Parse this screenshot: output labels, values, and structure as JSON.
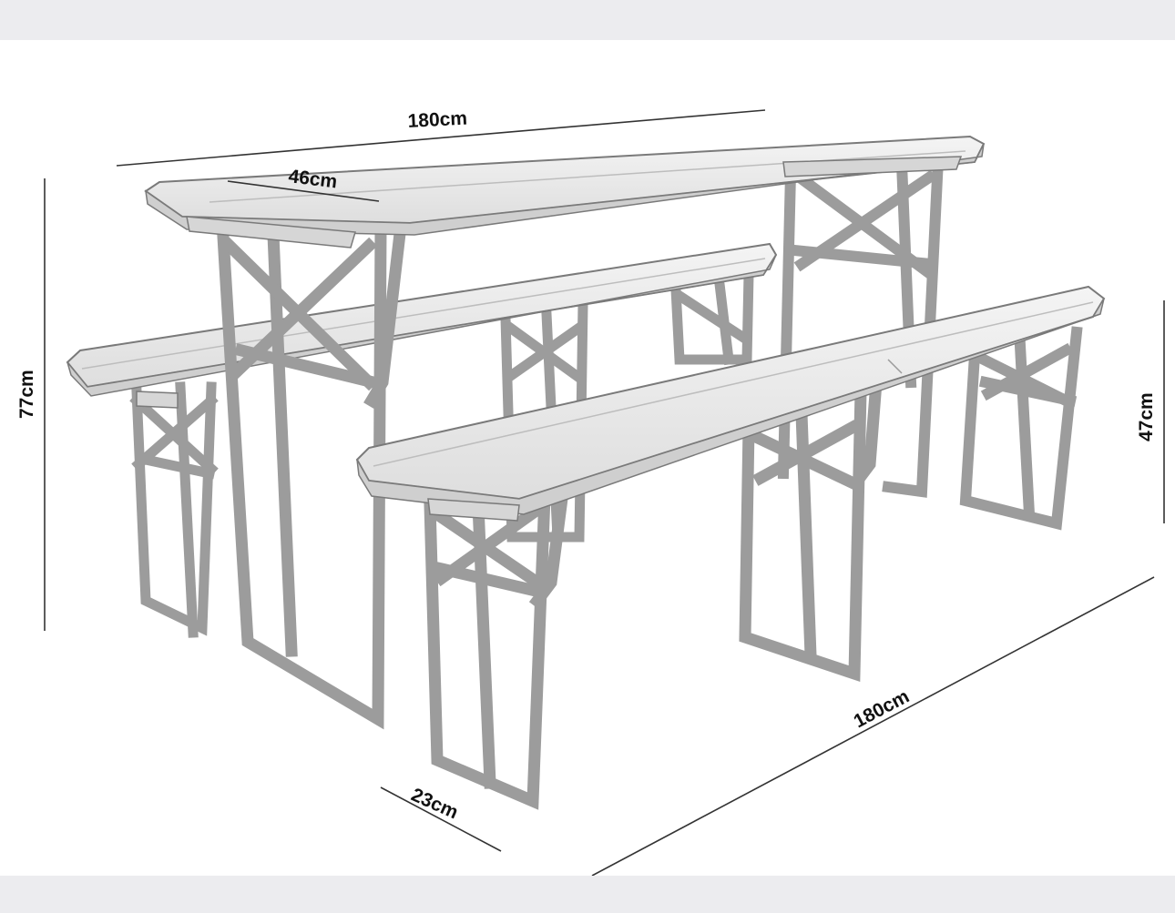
{
  "dimensions": {
    "table_length": "180cm",
    "table_width": "46cm",
    "table_height": "77cm",
    "bench_height": "47cm",
    "bench_width": "23cm",
    "bench_length": "180cm"
  },
  "colors": {
    "background": "#ffffff",
    "band": "#ececef",
    "wood_top": "#ececec",
    "wood_edge": "#cfcfcf",
    "wood_outline": "#7a7a7a",
    "frame_steel": "#9c9c9c",
    "frame_outline": "#4a4a4a",
    "dimension_line": "#333333"
  }
}
